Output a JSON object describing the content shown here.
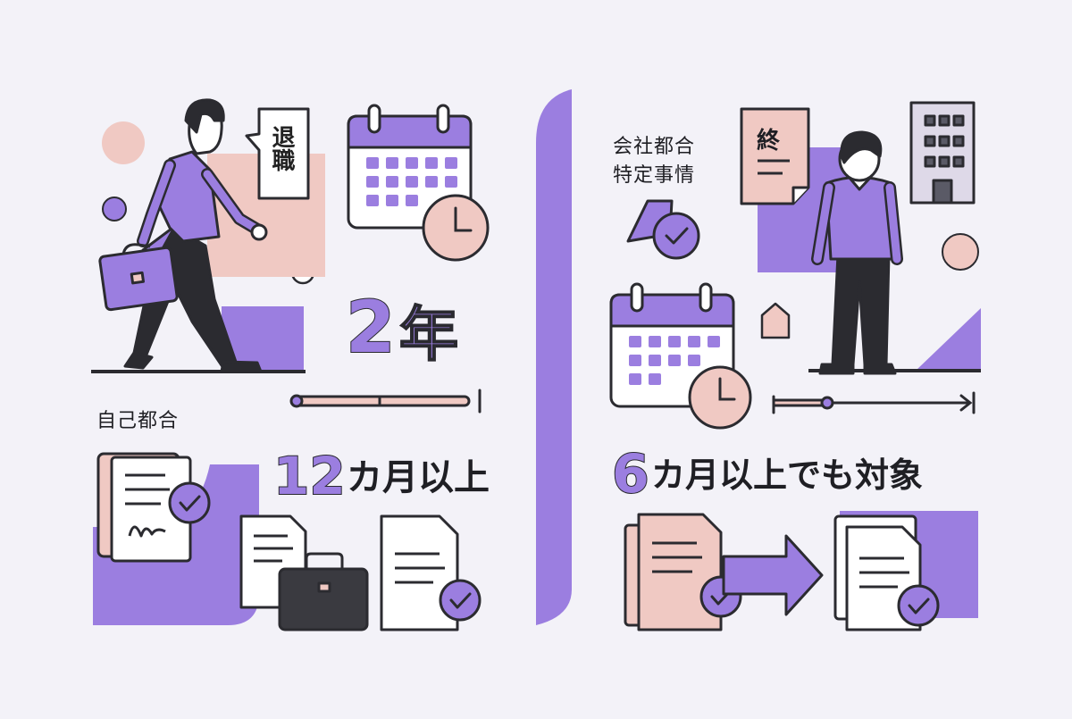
{
  "left": {
    "bubble_text": "退職",
    "reason_label": "自己都合",
    "years_big": "2",
    "years_unit": "年",
    "months_num": "12",
    "months_unit": "カ月以上"
  },
  "right": {
    "reason_line1": "会社都合",
    "reason_line2": "特定事情",
    "doc_mark": "終",
    "months_num": "6",
    "months_unit": "カ月以上でも対象"
  },
  "colors": {
    "purple": "#9b7ee0",
    "pink": "#f0c9c3",
    "dark": "#2b2b30",
    "bg": "#f3f2f8"
  },
  "icons": [
    "person-walking-icon",
    "briefcase-icon",
    "calendar-icon",
    "clock-icon",
    "document-check-icon",
    "person-head-down-icon",
    "building-icon",
    "house-icon",
    "arrow-right-icon"
  ]
}
